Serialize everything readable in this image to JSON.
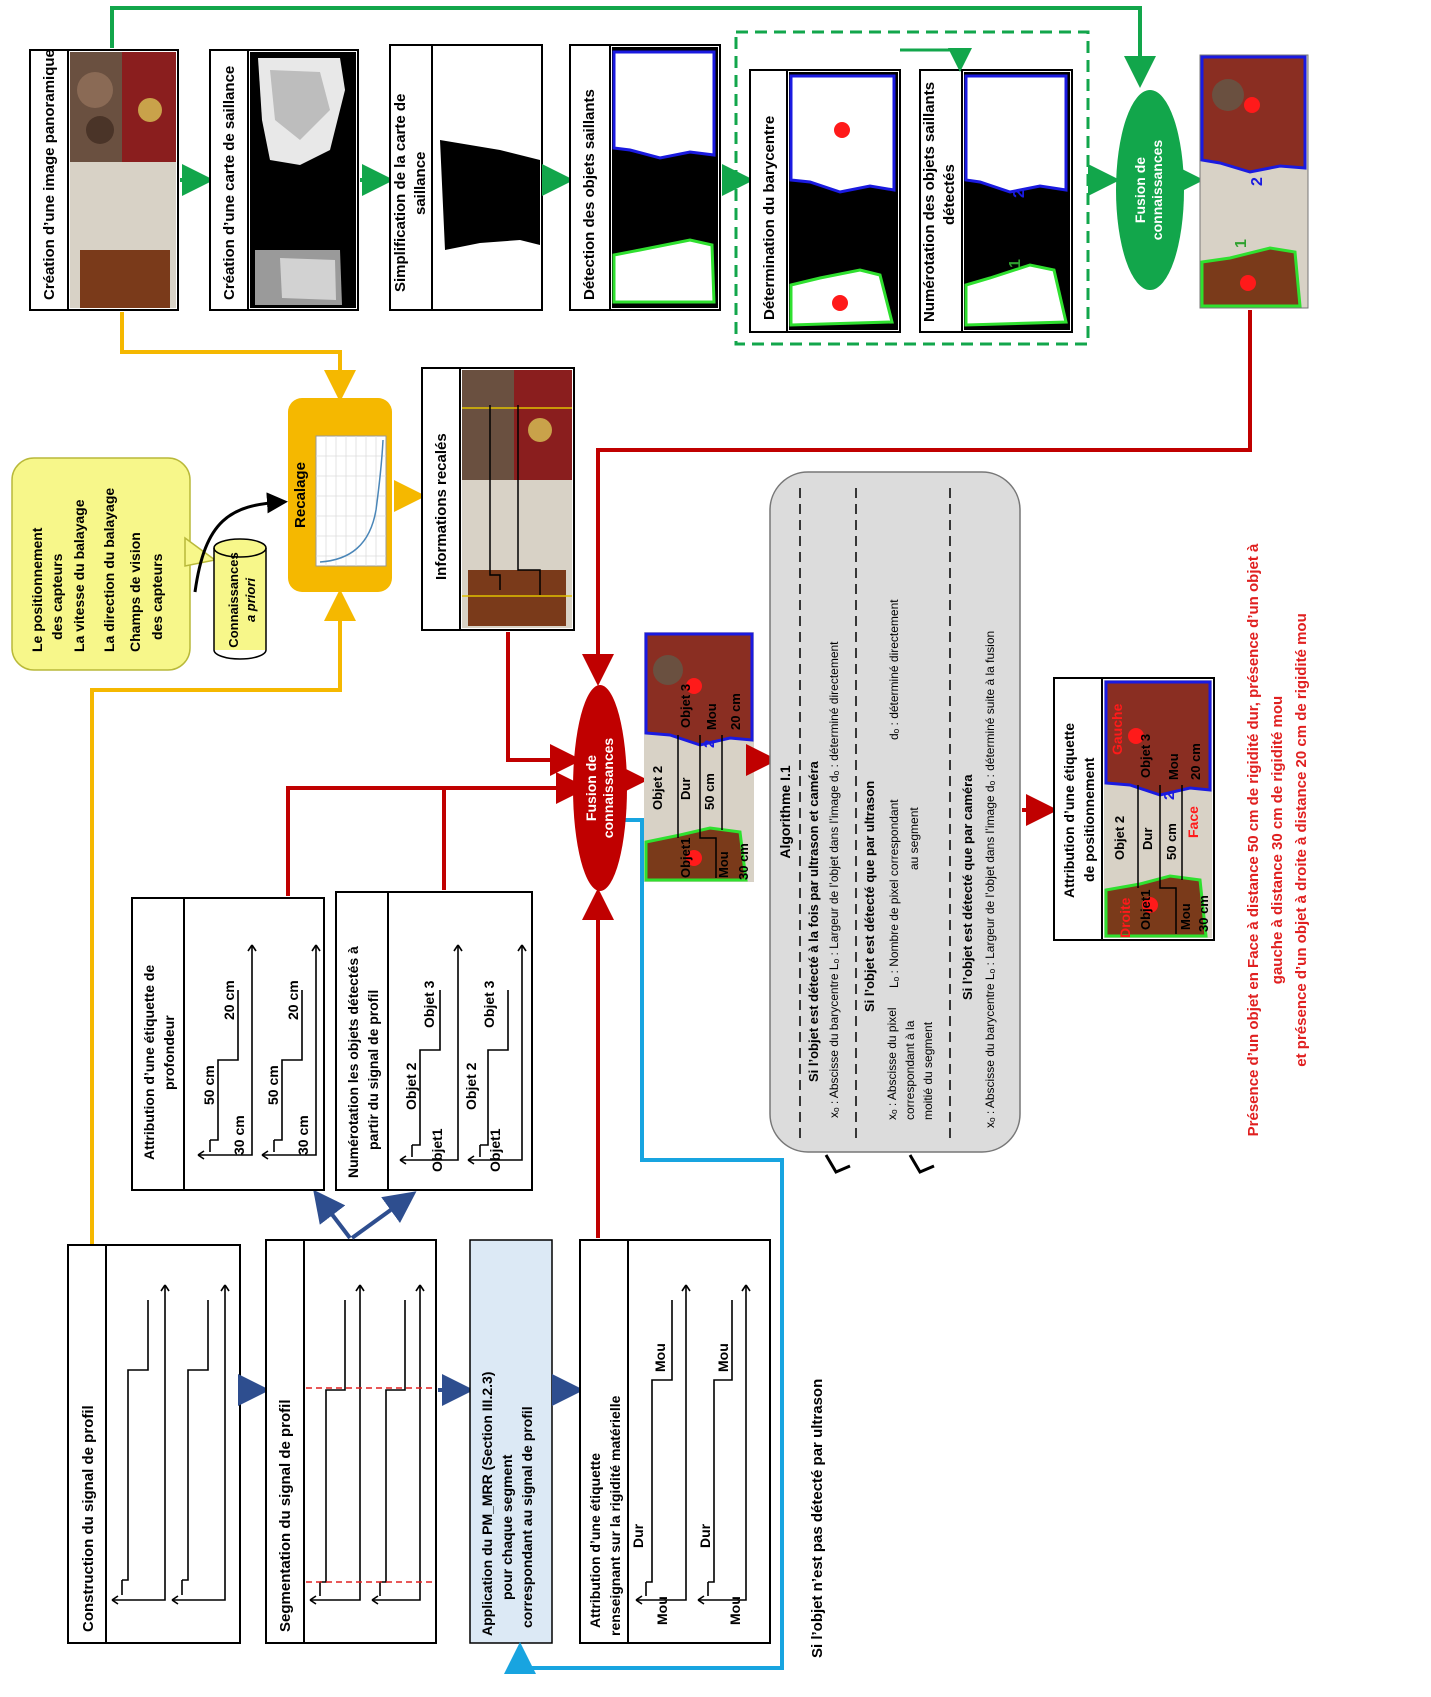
{
  "top_pipeline": {
    "panorama": "Création d’une image panoramique",
    "saliency_map": "Création d’une carte de saillance",
    "simplification": [
      "Simplification de la carte de",
      "saillance"
    ],
    "detection": "Détection des objets saillants",
    "barycenter": "Détermination du barycentre",
    "numbering": [
      "Numérotation des objets  saillants",
      "détectés"
    ],
    "fusion_top": [
      "Fusion de",
      "connaissances"
    ],
    "num_1": "1",
    "num_2": "2"
  },
  "prior": {
    "items": [
      "Le positionnement",
      "des capteurs",
      "La vitesse du balayage",
      "La direction du balayage",
      "Champs de vision",
      "des capteurs"
    ],
    "db_label": "Connaissances",
    "db_label_em": "a priori",
    "recalage": "Recalage",
    "recaled": "Informations recalés"
  },
  "profile": {
    "construction": "Construction du signal de profil",
    "segmentation": "Segmentation du signal de profil",
    "pm_mrr": [
      "Application du PM_MRR (Section III.2.3)",
      "pour chaque segment",
      "correspondant au signal de profil"
    ],
    "rigidity": [
      "Attribution d’une étiquette",
      "renseignant sur la rigidité matérielle"
    ],
    "depth": [
      "Attribution d’une étiquette de",
      "profondeur"
    ],
    "numbering": [
      "Numérotation les objets détectés à",
      "partir du signal de profil"
    ],
    "not_detected": "Si l’objet n’est pas détecté par ultrason"
  },
  "plot_labels": {
    "d30": "30 cm",
    "d50": "50 cm",
    "d20": "20 cm",
    "obj1": "Objet1",
    "obj2": "Objet 2",
    "obj3": "Objet 3",
    "dur": "Dur",
    "mou": "Mou"
  },
  "fusion_main": [
    "Fusion de",
    "connaissances"
  ],
  "fused_img": {
    "obj2": "Objet 2",
    "dur": "Dur",
    "d50": "50 cm",
    "d30": "30 cm",
    "obj1": "Objet1",
    "mou": "Mou",
    "obj3": "Objet 3",
    "mou2": "Mou",
    "d20": "20 cm",
    "num2": "2"
  },
  "algorithm": {
    "title": "Algorithme I.1",
    "case1": "Si  l’objet est  détecté à la fois par ultrason et caméra",
    "case1_a": "xₒ : Abscisse du barycentre   Lₒ : Largeur de l’objet dans l’image   dₒ : déterminé directement",
    "case2": "Si l’objet est détecté que par ultrason",
    "case2_a": [
      "xₒ   : Abscisse du pixel",
      "correspondant à la",
      "moitié du segment"
    ],
    "case2_b": [
      "Lₒ : Nombre de pixel correspondant",
      "au segment"
    ],
    "case2_c": "dₒ : déterminé directement",
    "case3": "Si l’objet est détecté que par caméra",
    "case3_a": "xₒ : Abscisse du barycentre   Lₒ : Largeur de l’objet dans l’image   dₒ : déterminé suite à la fusion"
  },
  "positioning": {
    "title": [
      "Attribution d’une étiquette",
      "de positionnement"
    ],
    "droite": "Droite",
    "gauche": "Gauche",
    "face": "Face"
  },
  "conclusion": [
    "Présence d’un objet en Face à distance 50 cm de rigidité dur,  présence d’un objet à",
    "gauche à distance 30 cm de rigidité mou",
    "et présence d’un objet à droite à distance 20 cm de rigidité mou"
  ],
  "colors": {
    "green": "#12a64b",
    "yellow": "#f5b800",
    "red": "#c00000",
    "blue": "#2e4e8f",
    "cyan": "#18a4e0"
  }
}
